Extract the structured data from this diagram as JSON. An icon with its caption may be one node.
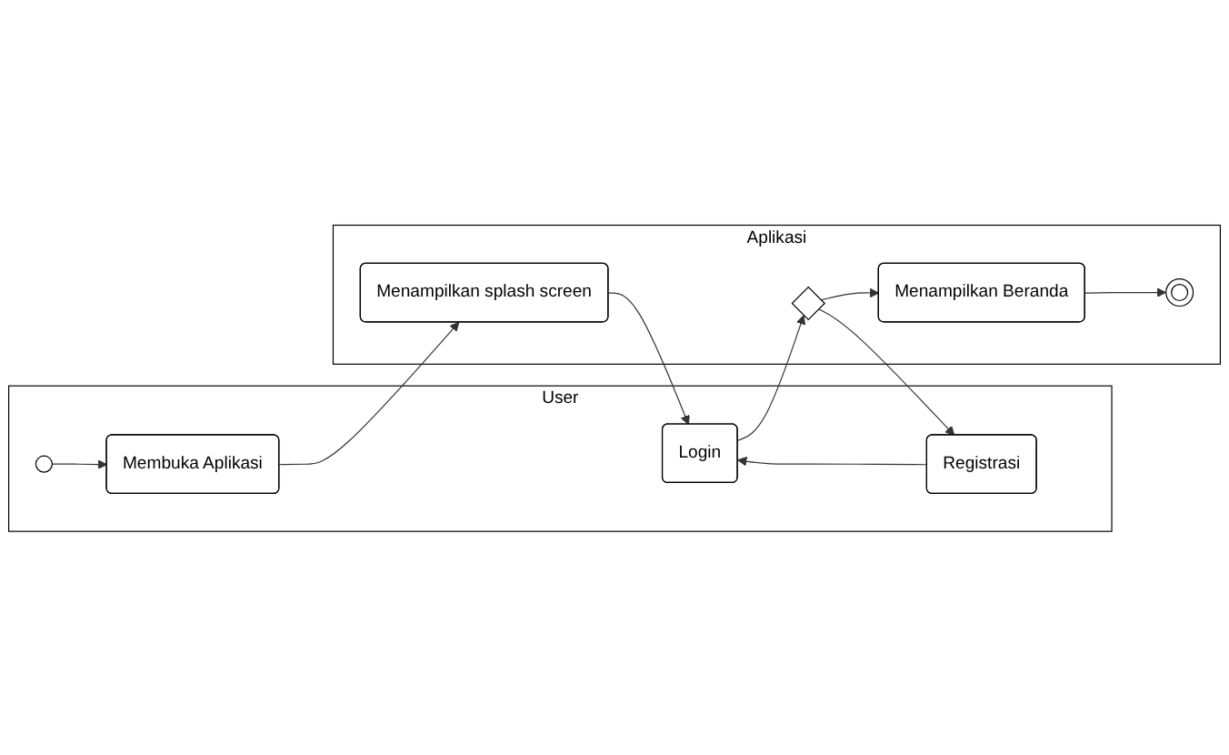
{
  "diagram": {
    "nodes": [
      {
        "text": [
          "User"
        ]
      },
      {
        "text": [
          "Aplikasi"
        ]
      },
      {
        "text": [],
        "shape": "circle",
        "in": 0
      },
      {
        "text": [
          "Membuka Aplikasi"
        ],
        "in": 0
      },
      {
        "text": [
          "Login"
        ],
        "in": 0
      },
      {
        "text": [
          "Registrasi"
        ],
        "in": 0
      },
      {
        "text": [
          "Menampilkan splash screen"
        ],
        "in": 1
      },
      {
        "text": [],
        "shape": "diamond",
        "in": 1
      },
      {
        "text": [
          "Menampilkan Beranda"
        ],
        "in": 1
      },
      {
        "text": [],
        "shape": "circle",
        "in": 1
      }
    ],
    "edges": [
      {
        "from": 2,
        "to": 3,
        "arrow": "to"
      },
      {
        "from": 3,
        "to": 6,
        "arrow": "to"
      },
      {
        "from": 6,
        "to": 4,
        "arrow": "to"
      },
      {
        "from": 4,
        "to": 7,
        "arrow": "to"
      },
      {
        "from": 7,
        "to": 5,
        "arrow": "to"
      },
      {
        "from": 5,
        "to": 4,
        "arrow": "to"
      },
      {
        "from": 7,
        "to": 8,
        "arrow": "to"
      },
      {
        "from": 8,
        "to": 9,
        "arrow": "to"
      }
    ]
  }
}
